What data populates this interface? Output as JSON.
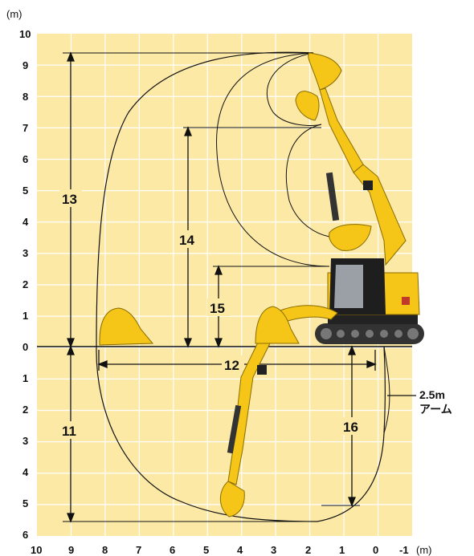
{
  "unit_label": "(m)",
  "x_axis": {
    "ticks": [
      "10",
      "9",
      "8",
      "7",
      "6",
      "5",
      "4",
      "3",
      "2",
      "1",
      "0",
      "-1"
    ],
    "unit": "(m)"
  },
  "y_axis": {
    "ticks_up": [
      "10",
      "9",
      "8",
      "7",
      "6",
      "5",
      "4",
      "3",
      "2",
      "1",
      "0"
    ],
    "ticks_down": [
      "1",
      "2",
      "3",
      "4",
      "5",
      "6"
    ]
  },
  "dimensions": [
    {
      "id": "13",
      "label": "13"
    },
    {
      "id": "14",
      "label": "14"
    },
    {
      "id": "15",
      "label": "15"
    },
    {
      "id": "12",
      "label": "12"
    },
    {
      "id": "11",
      "label": "11"
    },
    {
      "id": "16",
      "label": "16"
    }
  ],
  "arm_label": {
    "line1": "2.5m",
    "line2": "アーム"
  },
  "colors": {
    "background": "#fce9a6",
    "grid": "#ffffff",
    "machine": "#f5c518",
    "machine_dark": "#222222"
  }
}
